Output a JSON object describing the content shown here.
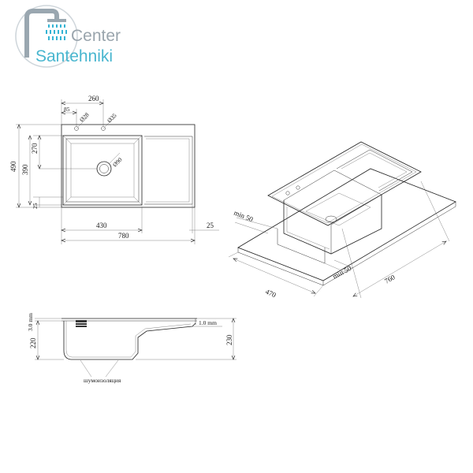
{
  "logo": {
    "line1": "Center",
    "line2": "Santehniki",
    "colors": {
      "ring": "#c8d0d6",
      "faucet": "#9aa7b0",
      "water": "#35b4d4",
      "text1": "#9aa5ad",
      "text2": "#49b6cf"
    }
  },
  "top_view": {
    "dims": {
      "overall_width": "780",
      "bowl_width": "430",
      "right_margin": "25",
      "tap_offset": "260",
      "edge_offset": "85",
      "tap_hole": "Ø28",
      "tap_hole2": "Ø35",
      "drain": "Ø90",
      "overall_depth": "490",
      "bowl_depth": "390",
      "upper_depth": "270",
      "lower_margin": "25"
    }
  },
  "iso_view": {
    "dims": {
      "min_left": "min 50",
      "min_right": "min 50",
      "cutout_depth": "470",
      "cutout_width": "760"
    }
  },
  "section_view": {
    "dims": {
      "thickness": "3.0 mm",
      "bowl_height": "220",
      "total_height": "230",
      "wall": "1.0 mm",
      "insulation_label": "шумоизоляция"
    }
  }
}
